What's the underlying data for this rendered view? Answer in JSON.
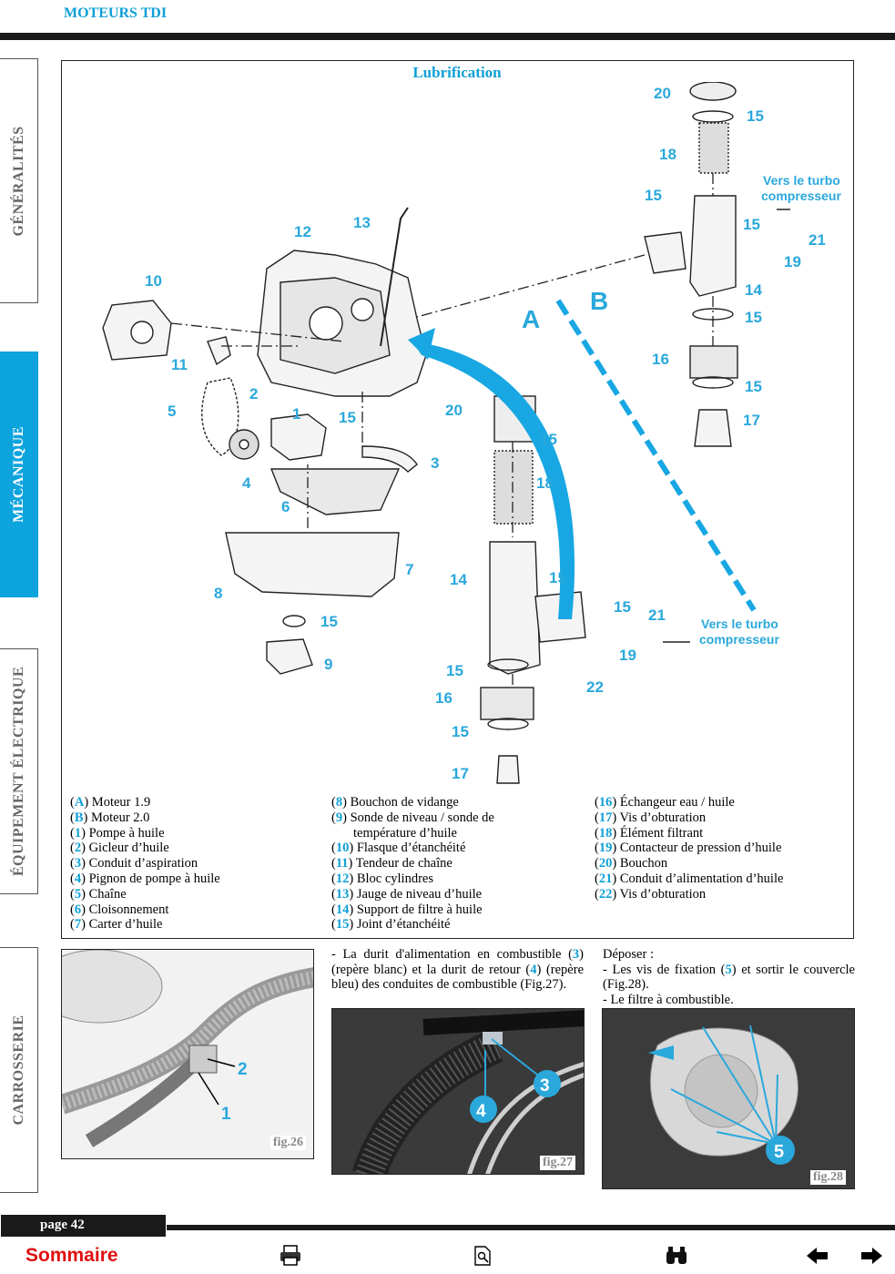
{
  "header": {
    "title": "MOTEURS TDI"
  },
  "tabs": [
    {
      "label": "GÉNÉRALITÉS",
      "active": false
    },
    {
      "label": "MÉCANIQUE",
      "active": true
    },
    {
      "label": "ÉQUIPEMENT ÉLECTRIQUE",
      "active": false
    },
    {
      "label": "CARROSSERIE",
      "active": false
    }
  ],
  "diagram": {
    "title": "Lubrification",
    "section_labels": [
      "A",
      "B"
    ],
    "turbo_label_line1": "Vers le turbo",
    "turbo_label_line2": "compresseur",
    "callouts_engine": [
      "1",
      "2",
      "3",
      "4",
      "5",
      "6",
      "7",
      "8",
      "9",
      "10",
      "11",
      "12",
      "13",
      "15",
      "15"
    ],
    "callouts_filter_a": [
      "20",
      "15",
      "18",
      "14",
      "15",
      "15",
      "21",
      "19",
      "22",
      "15",
      "16",
      "15",
      "17"
    ],
    "callouts_filter_b": [
      "20",
      "15",
      "18",
      "15",
      "15",
      "21",
      "19",
      "14",
      "15",
      "16",
      "15",
      "17"
    ]
  },
  "legend": {
    "col1": [
      {
        "key": "A",
        "text": "Moteur 1.9"
      },
      {
        "key": "B",
        "text": "Moteur 2.0"
      },
      {
        "key": "1",
        "text": "Pompe à huile"
      },
      {
        "key": "2",
        "text": "Gicleur d’huile"
      },
      {
        "key": "3",
        "text": "Conduit d’aspiration"
      },
      {
        "key": "4",
        "text": "Pignon de pompe à huile"
      },
      {
        "key": "5",
        "text": "Chaîne"
      },
      {
        "key": "6",
        "text": "Cloisonnement"
      },
      {
        "key": "7",
        "text": "Carter d’huile"
      }
    ],
    "col2": [
      {
        "key": "8",
        "text": "Bouchon de vidange"
      },
      {
        "key": "9",
        "text": "Sonde de niveau / sonde de",
        "cont": "température d’huile"
      },
      {
        "key": "10",
        "text": "Flasque d’étanchéité"
      },
      {
        "key": "11",
        "text": "Tendeur de chaîne"
      },
      {
        "key": "12",
        "text": "Bloc cylindres"
      },
      {
        "key": "13",
        "text": "Jauge de niveau d’huile"
      },
      {
        "key": "14",
        "text": "Support de filtre à huile"
      },
      {
        "key": "15",
        "text": "Joint d’étanchéité"
      }
    ],
    "col3": [
      {
        "key": "16",
        "text": "Échangeur eau / huile"
      },
      {
        "key": "17",
        "text": "Vis d’obturation"
      },
      {
        "key": "18",
        "text": "Élément filtrant"
      },
      {
        "key": "19",
        "text": "Contacteur de pression d’huile"
      },
      {
        "key": "20",
        "text": "Bouchon"
      },
      {
        "key": "21",
        "text": "Conduit d’alimentation d’huile"
      },
      {
        "key": "22",
        "text": "Vis d’obturation"
      }
    ]
  },
  "instructions": {
    "p1_prefix": "- La durit d'alimentation en combustible (",
    "p1_n1": "3",
    "p1_mid": ") (repère blanc) et la durit de retour (",
    "p1_n2": "4",
    "p1_suffix": ") (repère bleu) des conduites de combustible (Fig.27).",
    "p2_line1": "Déposer :",
    "p2_line2_prefix": "- Les vis de fixation (",
    "p2_line2_n": "5",
    "p2_line2_suffix": ") et sortir le couvercle (Fig.28).",
    "p2_line3": "- Le filtre à combustible."
  },
  "figures": {
    "fig26": {
      "label": "fig.26",
      "callouts": [
        "2",
        "1"
      ]
    },
    "fig27": {
      "label": "fig.27",
      "callouts": [
        "3",
        "4"
      ]
    },
    "fig28": {
      "label": "fig.28",
      "callouts": [
        "5"
      ]
    }
  },
  "footer": {
    "page_label": "page 42",
    "sommaire": "Sommaire",
    "icons": [
      "printer-icon",
      "zoom-page-icon",
      "binoculars-icon",
      "arrow-left-icon",
      "arrow-right-icon"
    ]
  },
  "colors": {
    "accent": "#0fa0d6",
    "active_tab": "#0da3dd",
    "bar": "#1a1a1a",
    "sommaire": "#e01010"
  }
}
